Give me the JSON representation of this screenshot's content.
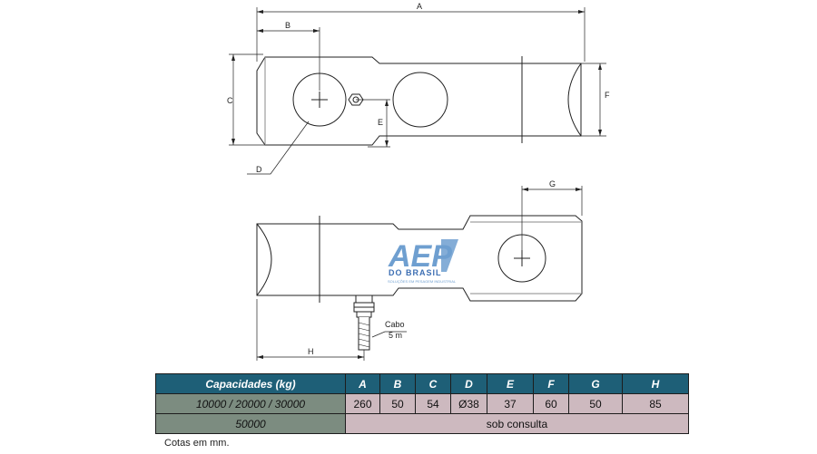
{
  "dimensions": {
    "A": "A",
    "B": "B",
    "C": "C",
    "D": "D",
    "E": "E",
    "F": "F",
    "G": "G",
    "H": "H"
  },
  "cable_note": {
    "line1": "Cabo",
    "line2": "5 m"
  },
  "logo": {
    "main": "AEP",
    "sub": "DO BRASIL",
    "tagline": "SOLUÇÕES EM PESAGEM INDUSTRIAL"
  },
  "table": {
    "headers": [
      "Capacidades (kg)",
      "A",
      "B",
      "C",
      "D",
      "E",
      "F",
      "G",
      "H"
    ],
    "rows": [
      {
        "capacity": "10000 / 20000 / 30000",
        "values": [
          "260",
          "50",
          "54",
          "Ø38",
          "37",
          "60",
          "50",
          "85"
        ]
      },
      {
        "capacity": "50000",
        "merged": "sob consulta"
      }
    ]
  },
  "note": "Cotas em mm.",
  "colors": {
    "header": "#1e5f77",
    "capacity_cell": "#7c8c80",
    "value_cell": "#cdb9bf",
    "logo": "#6f9fd0"
  }
}
